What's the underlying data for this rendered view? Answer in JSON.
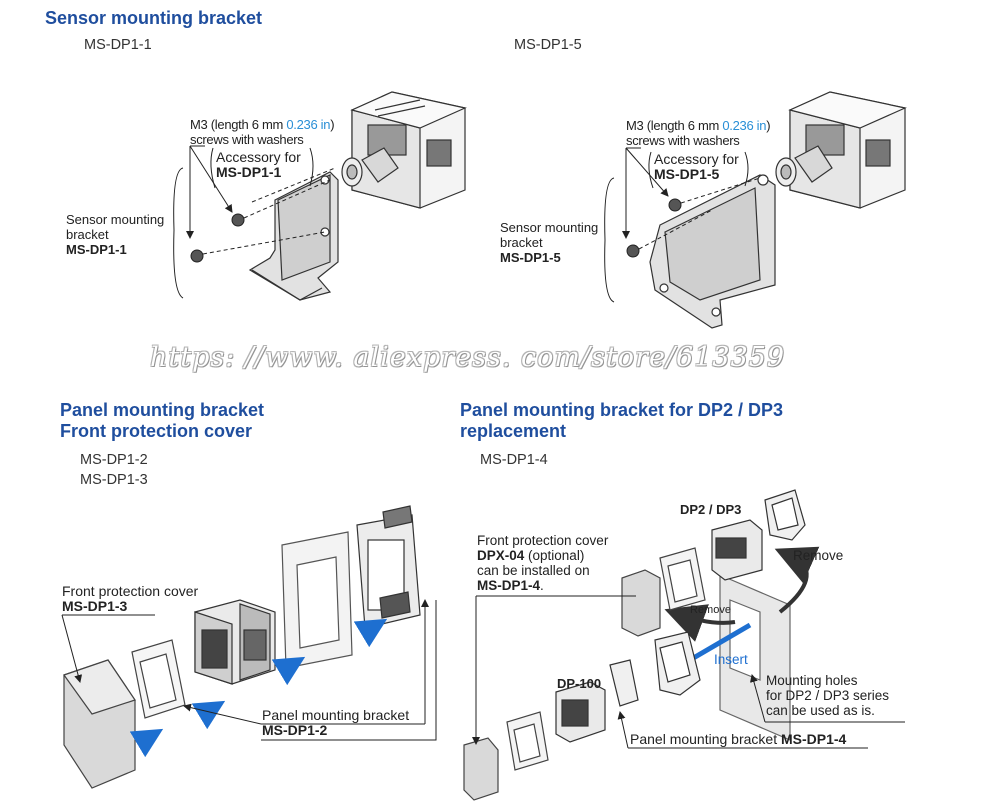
{
  "sensor_section": {
    "title": "Sensor mounting bracket",
    "model_left": "MS-DP1-1",
    "model_right": "MS-DP1-5",
    "left": {
      "screw_label_1": "M3 (length 6 mm ",
      "screw_label_inch": "0.236 in",
      "screw_label_2": ")",
      "screw_label_3": "screws with washers",
      "accessory_label": "Accessory for",
      "accessory_model": "MS-DP1-1",
      "bracket_label_1": "Sensor mounting",
      "bracket_label_2": "bracket",
      "bracket_model": "MS-DP1-1"
    },
    "right": {
      "screw_label_1": "M3 (length 6 mm ",
      "screw_label_inch": "0.236 in",
      "screw_label_2": ")",
      "screw_label_3": "screws with washers",
      "accessory_label": "Accessory for",
      "accessory_model": "MS-DP1-5",
      "bracket_label_1": "Sensor mounting",
      "bracket_label_2": "bracket",
      "bracket_model": "MS-DP1-5"
    }
  },
  "watermark": "https: //www. aliexpress. com/store/613359",
  "panel_section": {
    "title_1": "Panel mounting bracket",
    "title_2": "Front protection cover",
    "model_1": "MS-DP1-2",
    "model_2": "MS-DP1-3",
    "cover_label": "Front protection cover",
    "cover_model": "MS-DP1-3",
    "bracket_label": "Panel mounting bracket",
    "bracket_model": "MS-DP1-2"
  },
  "replacement_section": {
    "title_1": "Panel mounting bracket for DP2 / DP3",
    "title_2": "replacement",
    "model": "MS-DP1-4",
    "cover_label_1": "Front protection cover",
    "cover_model": "DPX-04",
    "cover_label_2": " (optional)",
    "cover_label_3": "can be installed on",
    "cover_label_4": "MS-DP1-4",
    "dp23_label": "DP2 / DP3",
    "remove_label_1": "Remove",
    "remove_label_2": "Remove",
    "insert_label": "Insert",
    "dp100_label": "DP-100",
    "holes_label_1": "Mounting holes",
    "holes_label_2": "for DP2 / DP3 series",
    "holes_label_3": "can be used as is.",
    "bracket_label": "Panel mounting bracket ",
    "bracket_model": "MS-DP1-4"
  },
  "colors": {
    "title_blue": "#1f4e9e",
    "arrow_blue": "#1e6fd0",
    "inch_blue": "#2a8fd6"
  }
}
